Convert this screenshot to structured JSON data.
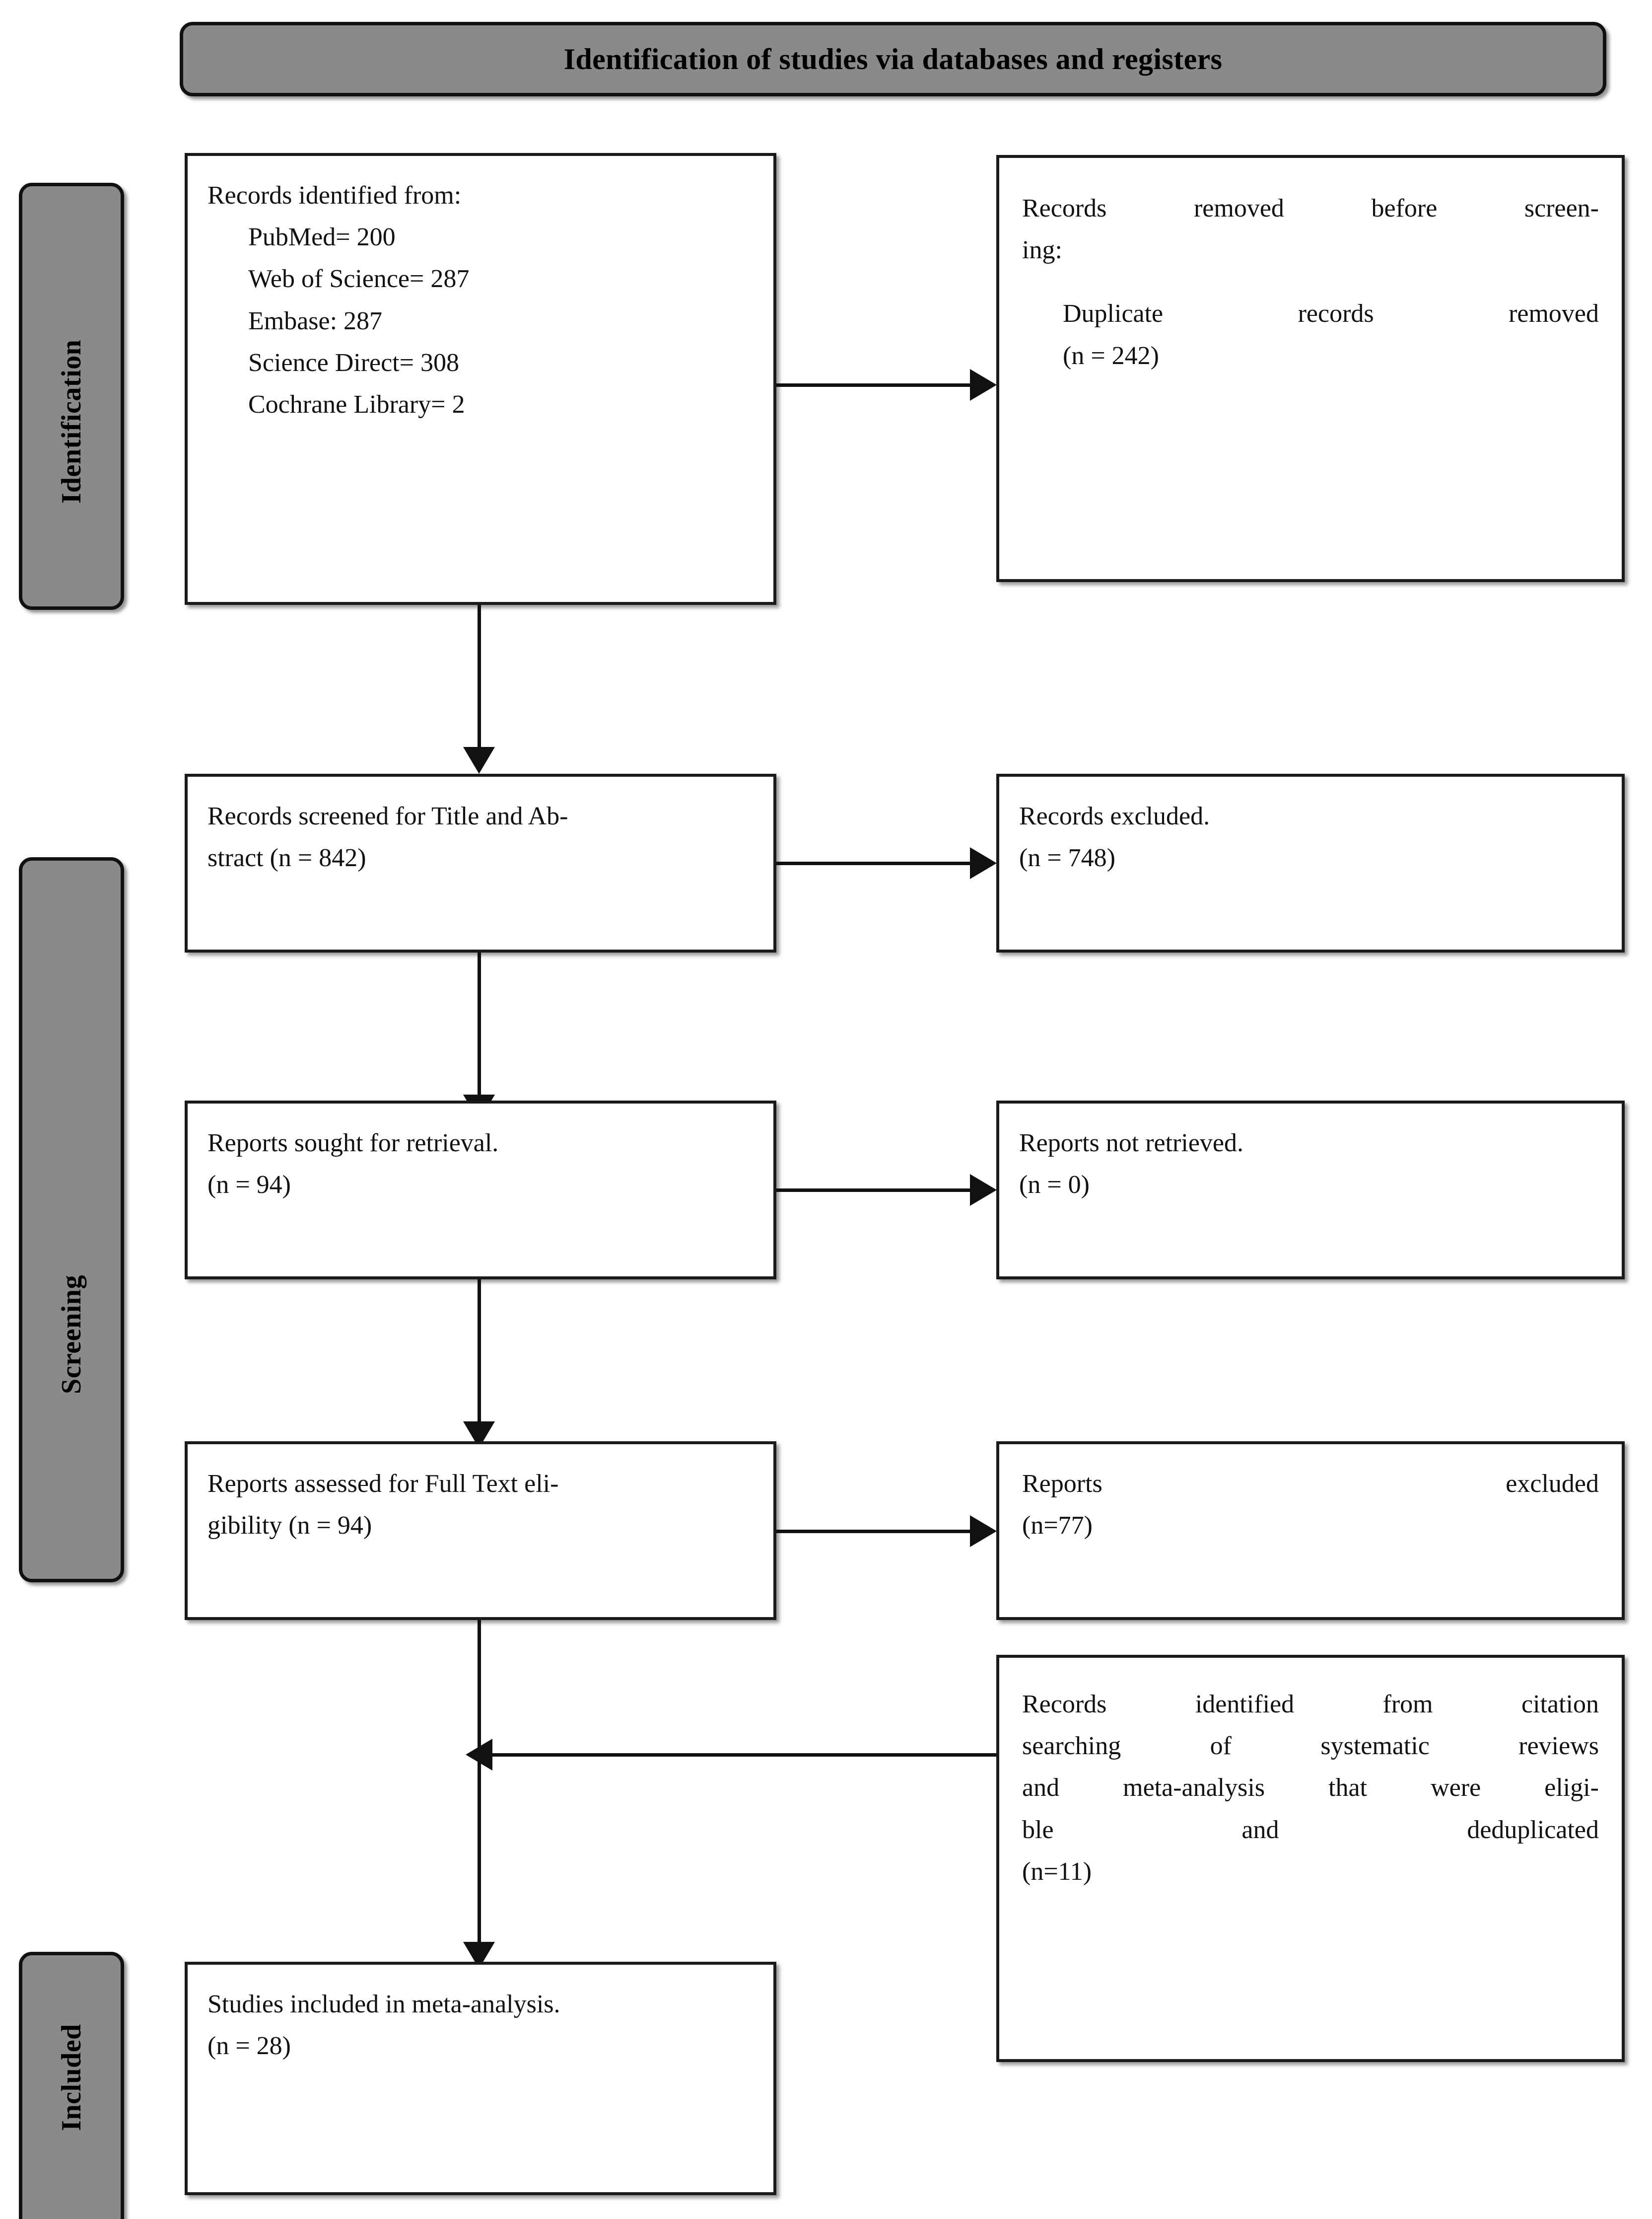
{
  "header": {
    "title": "Identification of studies via databases and registers"
  },
  "stages": [
    {
      "id": "identification",
      "label": "Identification"
    },
    {
      "id": "screening",
      "label": "Screening"
    },
    {
      "id": "included",
      "label": "Included"
    }
  ],
  "boxes": {
    "records_identified": {
      "heading": "Records identified from:",
      "sources": [
        "PubMed= 200",
        "Web of Science= 287",
        "Embase: 287",
        "Science Direct= 308",
        "Cochrane Library= 2"
      ]
    },
    "records_removed": {
      "line1": "Records removed before screen-",
      "line2": "ing:",
      "line3": "Duplicate records removed",
      "line4": "(n = 242)"
    },
    "records_screened": {
      "line1": "Records screened for Title and Ab-",
      "line2": "stract (n = 842)"
    },
    "records_excluded": {
      "line1": "Records excluded.",
      "line2": "(n = 748)"
    },
    "reports_sought": {
      "line1": "Reports sought for retrieval.",
      "line2": "(n = 94)"
    },
    "reports_not_retrieved": {
      "line1": "Reports not retrieved.",
      "line2": "(n = 0)"
    },
    "reports_assessed": {
      "line1": "Reports assessed for Full Text eli-",
      "line2": "gibility (n = 94)"
    },
    "reports_excluded": {
      "line1": "Reports excluded",
      "line2": "(n=77)"
    },
    "citation_search": {
      "line1": "Records identified from citation",
      "line2": "searching of systematic reviews",
      "line3": "and meta-analysis that were eligi-",
      "line4": "ble and deduplicated",
      "line5": "(n=11)"
    },
    "studies_included": {
      "line1": "Studies included in meta-analysis.",
      "line2": "(n = 28)"
    }
  },
  "colors": {
    "pill_fill": "#8a8a8a",
    "outline": "#111111",
    "box_fill": "#ffffff",
    "text": "#111111"
  }
}
